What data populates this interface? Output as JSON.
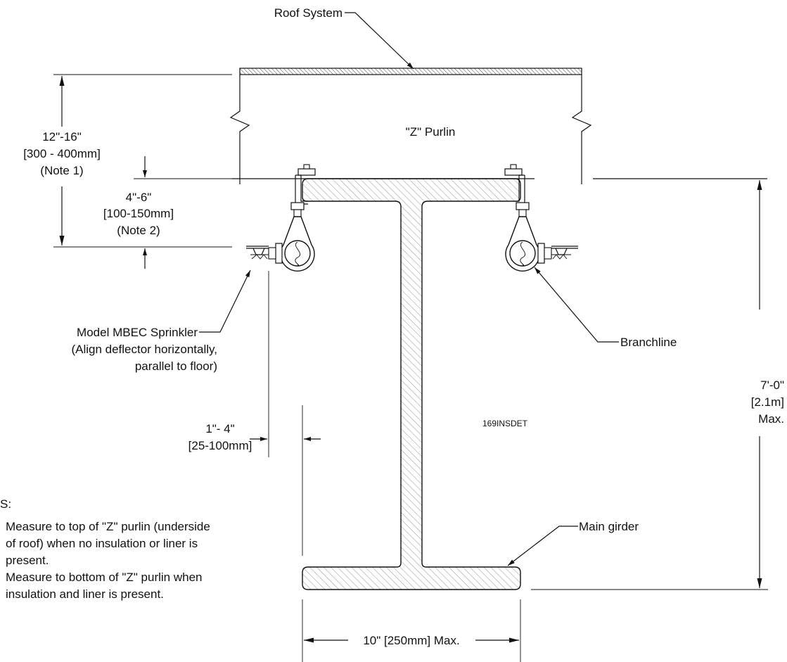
{
  "labels": {
    "roof_system": "Roof System",
    "z_purlin": "\"Z\" Purlin",
    "dim_top_1": "12\"-16\"",
    "dim_top_2": "[300 - 400mm]",
    "dim_top_3": "(Note 1)",
    "dim_mid_1": "4\"-6\"",
    "dim_mid_2": "[100-150mm]",
    "dim_mid_3": "(Note 2)",
    "sprinkler_1": "Model MBEC Sprinkler",
    "sprinkler_2": "(Align deflector horizontally,",
    "sprinkler_3": "parallel to floor)",
    "branchline": "Branchline",
    "dim_side_1": "1\"- 4\"",
    "dim_side_2": "[25-100mm]",
    "drawing_id": "169INSDET",
    "dim_right_1": "7'-0\"",
    "dim_right_2": "[2.1m]",
    "dim_right_3": "Max.",
    "main_girder": "Main girder",
    "dim_bottom": "10\" [250mm] Max."
  },
  "notes": {
    "heading": "S:",
    "lines": [
      "Measure to top of \"Z\" purlin (underside",
      "of roof) when no insulation or liner is",
      "present.",
      "Measure to bottom of \"Z\" purlin when",
      "insulation and liner is present."
    ]
  }
}
